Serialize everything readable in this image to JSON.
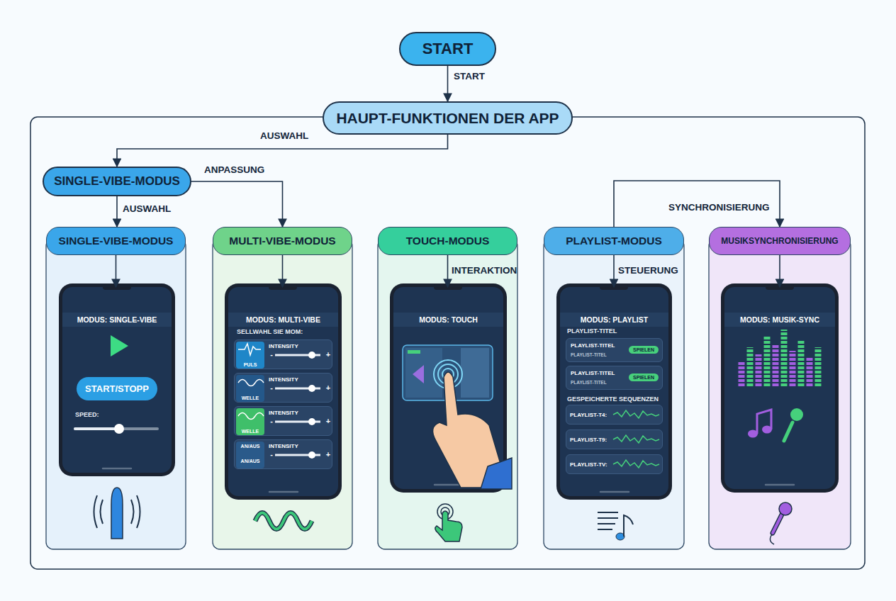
{
  "diagram": {
    "nodes": [
      {
        "text": [
          "START"
        ]
      },
      {
        "text": [
          "HAUPT-FUNKTIONEN DER APP"
        ]
      },
      {
        "text": [
          "SINGLE-VIBE-MODUS"
        ]
      },
      {
        "text": [
          "SINGLE-VIBE-MODUS"
        ]
      },
      {
        "text": [
          "MULTI-VIBE-MODUS"
        ]
      },
      {
        "text": [
          "TOUCH-MODUS"
        ]
      },
      {
        "text": [
          "PLAYLIST-MODUS"
        ]
      },
      {
        "text": [
          "MUSIKSYNCHRONISIERUNG"
        ]
      },
      {
        "text": [
          "MODUS: SINGLE-VIBE",
          "SPEED:"
        ]
      },
      {
        "text": [
          "START/STOPP"
        ],
        "in": 8
      },
      {
        "text": [
          "MODUS: MULTI-VIBE",
          "SELLWAHL SIE MOM:"
        ]
      },
      {
        "text": [
          "PULS",
          "INTENSITY",
          "-",
          "+"
        ],
        "in": 10
      },
      {
        "text": [
          "WELLE",
          "INTENSITY",
          "-",
          "+"
        ],
        "in": 10
      },
      {
        "text": [
          "WELLE",
          "INTENSITY",
          "-",
          "+"
        ],
        "in": 10
      },
      {
        "text": [
          "AN/AUS",
          "AN/AUS",
          "INTENSITY",
          "-",
          "+"
        ],
        "in": 10
      },
      {
        "text": [
          "MODUS: TOUCH"
        ]
      },
      {
        "text": [
          "MODUS: PLAYLIST",
          "PLAYLIST-TITEL",
          "GESPEICHERTE SEQUENZEN"
        ]
      },
      {
        "text": [
          "PLAYLIST-TITEL",
          "PLAYLIST-TITEL",
          "SPIELEN"
        ],
        "in": 16
      },
      {
        "text": [
          "PLAYLIST-TITEL",
          "PLAYLIST-TITEL",
          "SPIELEN"
        ],
        "in": 16
      },
      {
        "text": [
          "PLAYLIST-T4:"
        ],
        "in": 16
      },
      {
        "text": [
          "PLAYLIST-T9:"
        ],
        "in": 16
      },
      {
        "text": [
          "PLAYLIST-TV:"
        ],
        "in": 16
      },
      {
        "text": [
          "MODUS: MUSIK-SYNC"
        ]
      }
    ],
    "edges": [
      {
        "from": 0,
        "to": 1,
        "label": "START",
        "arrow": "to"
      },
      {
        "from": 1,
        "to": 2,
        "label": "AUSWAHL",
        "arrow": "to"
      },
      {
        "from": 2,
        "to": 3,
        "label": "AUSWAHL",
        "arrow": "to"
      },
      {
        "from": 2,
        "to": 4,
        "label": "ANPASSUNG",
        "arrow": "to"
      },
      {
        "from": 6,
        "to": 7,
        "label": "SYNCHRONISIERUNG",
        "arrow": "to"
      },
      {
        "from": 3,
        "to": 8,
        "arrow": "to"
      },
      {
        "from": 4,
        "to": 10,
        "arrow": "to"
      },
      {
        "from": 5,
        "to": 15,
        "label": "INTERAKTION",
        "arrow": "to"
      },
      {
        "from": 6,
        "to": 16,
        "label": "STEUERUNG",
        "arrow": "to"
      },
      {
        "from": 7,
        "to": 22,
        "arrow": "to"
      }
    ]
  }
}
